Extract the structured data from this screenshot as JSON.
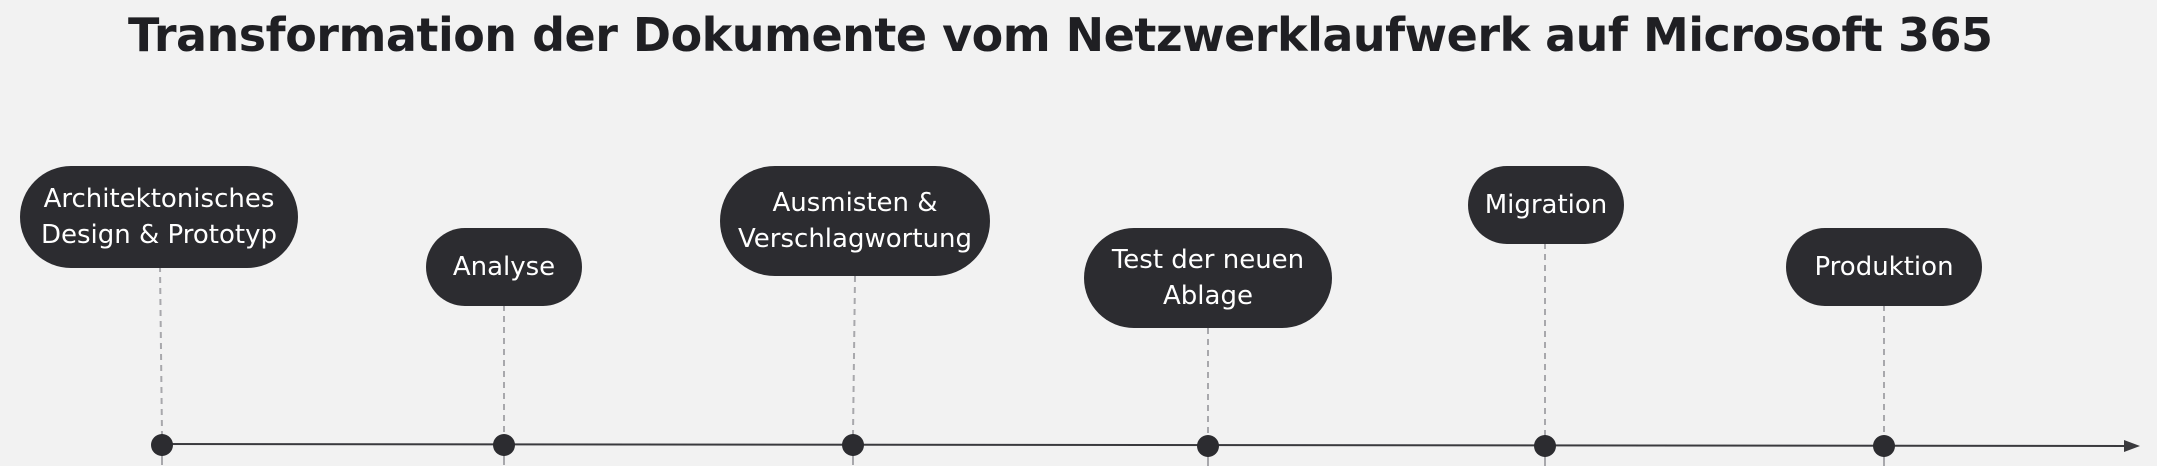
{
  "title": "Transformation der Dokumente vom Netzwerklaufwerk auf Microsoft 365",
  "colors": {
    "background": "#f2f2f2",
    "pill": "#2c2c30",
    "pill_text": "#ffffff",
    "title": "#1f1f23",
    "axis": "#3a3a3e",
    "connector": "#a8a8ac",
    "marker": "#2c2c30"
  },
  "milestones": [
    {
      "label": "Architektonisches\nDesign & Prototyp"
    },
    {
      "label": "Analyse"
    },
    {
      "label": "Ausmisten &\nVerschlagwortung"
    },
    {
      "label": "Test der neuen\nAblage"
    },
    {
      "label": "Migration"
    },
    {
      "label": "Produktion"
    }
  ]
}
